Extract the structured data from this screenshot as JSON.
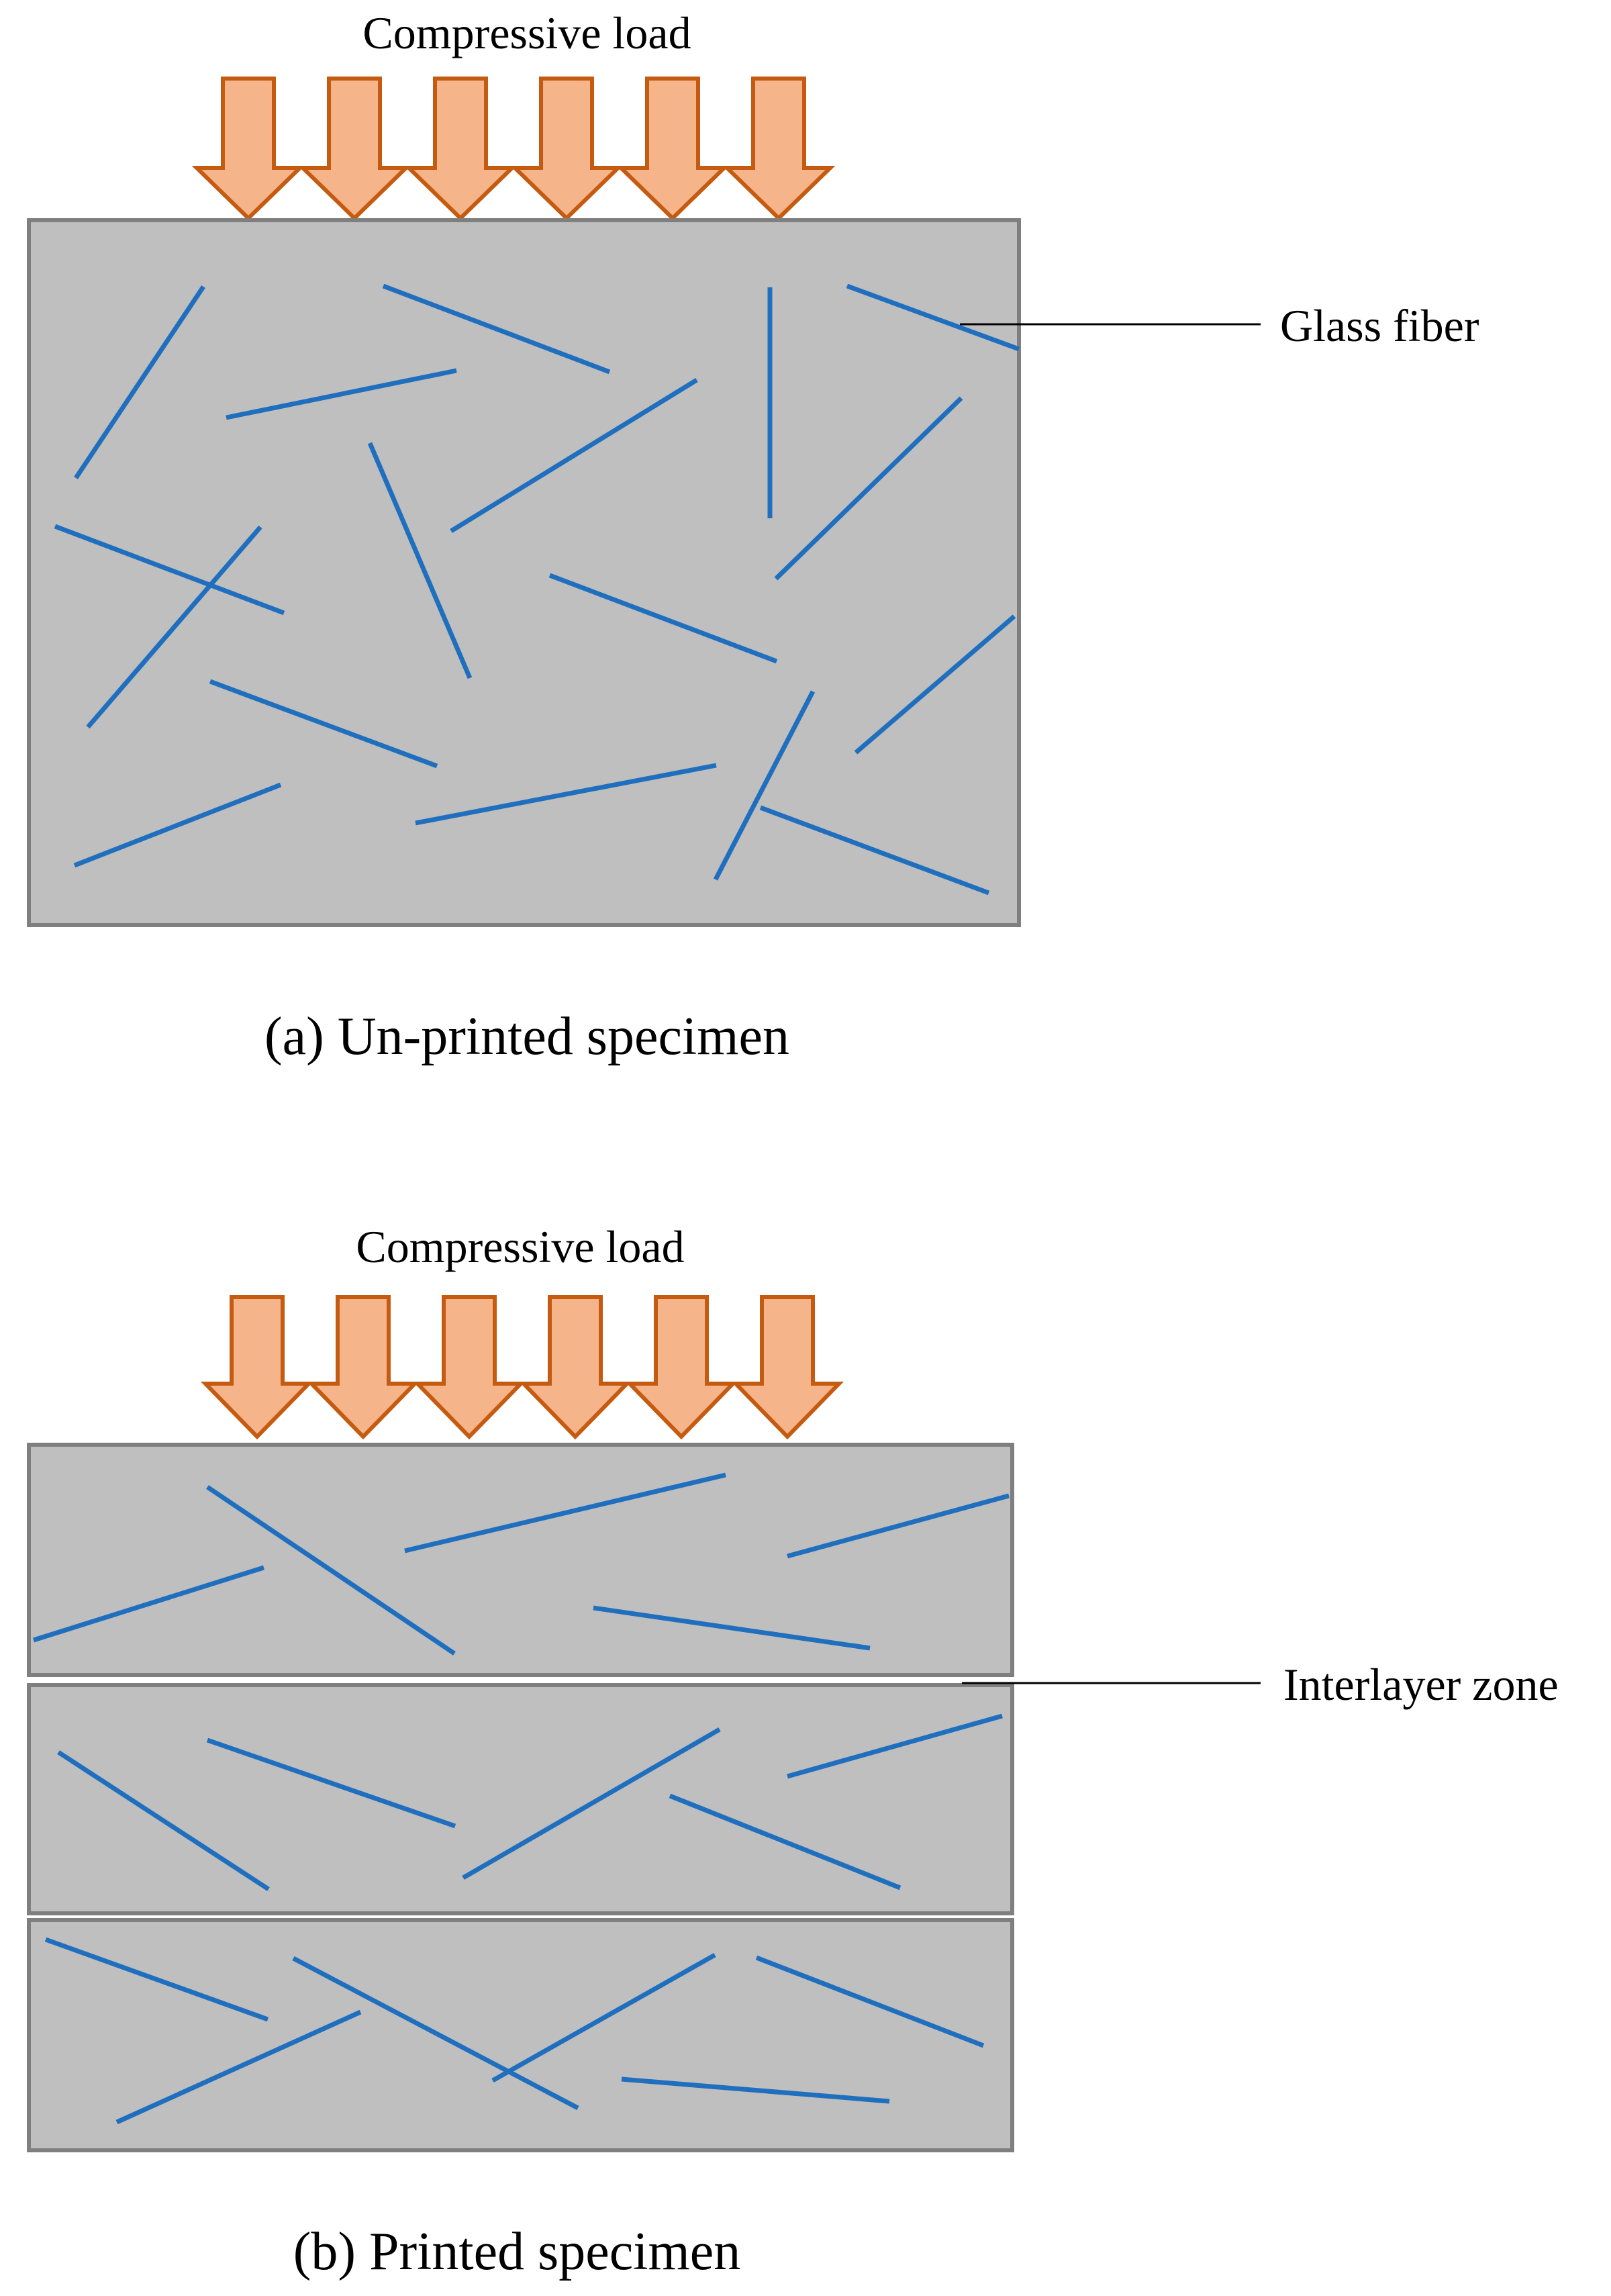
{
  "panel_a": {
    "load_label": "Compressive load",
    "callout_label": "Glass fiber",
    "caption": "(a) Un-printed specimen"
  },
  "panel_b": {
    "load_label": "Compressive load",
    "callout_label": "Interlayer zone",
    "caption": "(b) Printed specimen"
  },
  "colors": {
    "specimen_fill": "#bfbfbf",
    "specimen_border": "#7f7f7f",
    "fiber": "#1f6fbe",
    "arrow_fill": "#f5b48a",
    "arrow_stroke": "#c55a11",
    "leader_line": "#000000"
  },
  "icons": {
    "load_arrow": "down-arrow-icon"
  }
}
